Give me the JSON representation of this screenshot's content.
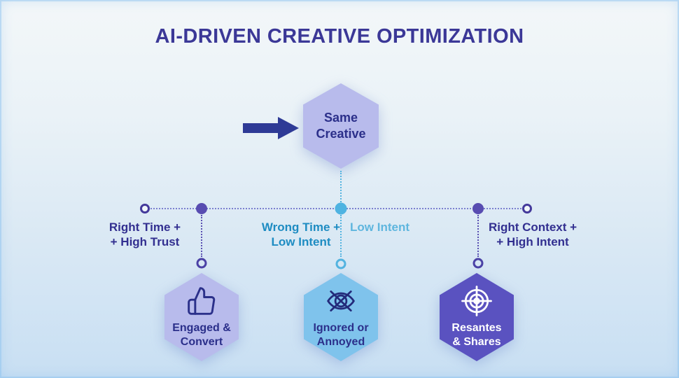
{
  "title": "AI-DRIVEN CREATIVE OPTIMIZATION",
  "top_hex": {
    "label": "Same\nCreative",
    "fill": "#b8bbec",
    "text_color": "#2b2f8a"
  },
  "arrow": {
    "direction": "right",
    "color": "#2e3a96"
  },
  "timeline": {
    "line_color": "#7b80cf",
    "labels": {
      "left": "Right Time +\n+ High Trust",
      "center_left": "Wrong Time +\nLow Intent",
      "center_right": "Low Intent",
      "right": "Right Context +\n+ High Intent"
    },
    "label_colors": {
      "dark_purple": "#322f90",
      "teal": "#1e8cc2",
      "light_blue": "#5fb6de"
    },
    "dot_colors": {
      "purple": "#584cb1",
      "blue": "#4fb3e1"
    }
  },
  "outcomes": [
    {
      "label": "Engaged &\nConvert",
      "icon": "thumbs-up-icon",
      "fill": "#b8bbec",
      "text_color": "#2b2f8a"
    },
    {
      "label": "Ignored or\nAnnoyed",
      "icon": "eye-crossed-icon",
      "fill": "#7fc3ec",
      "text_color": "#2b2f8a"
    },
    {
      "label": "Resantes\n& Shares",
      "icon": "target-icon",
      "fill": "#5a52c0",
      "text_color": "#ffffff"
    }
  ],
  "background": {
    "top": "#f3f7f9",
    "bottom": "#c8dff3"
  }
}
